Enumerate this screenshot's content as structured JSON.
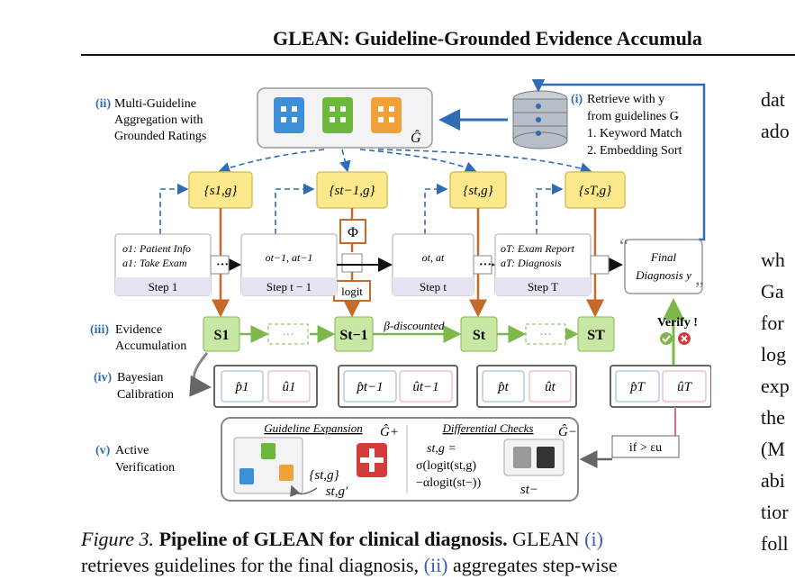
{
  "header": {
    "title": "GLEAN: Guideline-Grounded Evidence Accumula"
  },
  "figure": {
    "ii_label": "(ii)",
    "ii_lines": [
      "Multi-Guideline",
      "Aggregation with",
      "Grounded Ratings"
    ],
    "i_label": "(i)",
    "i_lines": [
      "Retrieve with y",
      "from guidelines Ǥ",
      "1. Keyword Match",
      "2. Embedding Sort"
    ],
    "g_hat": "Ĝ",
    "scores": [
      "{s1,g}",
      "{st−1,g}",
      "{st,g}",
      "{sT,g}"
    ],
    "phi": "Φ",
    "logit": "logit",
    "steps": [
      {
        "o": "o1: Patient Info",
        "a": "a1: Take Exam",
        "label": "Step 1"
      },
      {
        "o": "ot−1, at−1",
        "a": "",
        "label": "Step t − 1"
      },
      {
        "o": "ot, at",
        "a": "",
        "label": "Step t"
      },
      {
        "o": "oT: Exam Report",
        "a": "aT: Diagnosis",
        "label": "Step T"
      }
    ],
    "final": [
      "Final",
      "Diagnosis y"
    ],
    "iii_label": "(iii)",
    "iii_lines": [
      "Evidence",
      "Accumulation"
    ],
    "S": [
      "S1",
      "St−1",
      "St",
      "ST"
    ],
    "beta": "β-discounted",
    "verify": "Verify !",
    "iv_label": "(iv)",
    "iv_lines": [
      "Bayesian",
      "Calibration"
    ],
    "pu": [
      [
        "p̂1",
        "û1"
      ],
      [
        "p̂t−1",
        "ût−1"
      ],
      [
        "p̂t",
        "ût"
      ],
      [
        "p̂T",
        "ûT"
      ]
    ],
    "v_label": "(v)",
    "v_lines": [
      "Active",
      "Verification"
    ],
    "guideline_expansion": "Guideline Expansion",
    "g_plus": "Ĝ+",
    "s_tg": "{st,g}",
    "s_tg_prime": "st,g′",
    "differential_checks": "Differential Checks",
    "formula": [
      "st,g =",
      "σ(logit(st,g)",
      "−αlogit(st−))"
    ],
    "g_minus": "Ĝ−",
    "s_t_minus": "st−",
    "if_cond": "if > εu"
  },
  "caption": {
    "lead": "Figure 3.",
    "bold": "Pipeline of GLEAN for clinical diagnosis.",
    "text1": " GLEAN ",
    "ref1": "(i)",
    "line2a": "retrieves guidelines for the final diagnosis, ",
    "ref2": "(ii)",
    "line2b": " aggregates step-wise"
  },
  "right_column": [
    "dat",
    "ado",
    "",
    "",
    "wh",
    "Ga",
    "for",
    "log",
    "exp",
    "the",
    "(M",
    "abi",
    "tior",
    "foll"
  ],
  "colors": {
    "accent_blue": "#2f6db5",
    "guideline_yellow": "#fbe98c",
    "evidence_green": "#c9e7a4",
    "arrow_orange": "#c66a2c",
    "verify_red": "#d63b3b"
  }
}
